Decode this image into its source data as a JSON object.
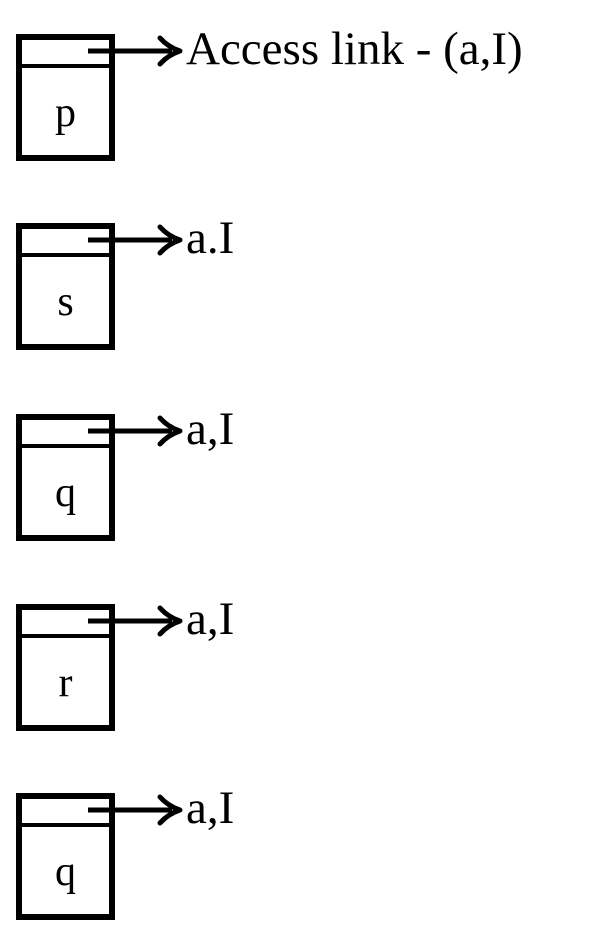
{
  "diagram": {
    "description": "Stack of activation records with access-link pointers",
    "frames": [
      {
        "name": "p",
        "pointer_label": "Access link - (a,I)"
      },
      {
        "name": "s",
        "pointer_label": "a.I"
      },
      {
        "name": "q",
        "pointer_label": "a,I"
      },
      {
        "name": "r",
        "pointer_label": "a,I"
      },
      {
        "name": "q",
        "pointer_label": "a,I"
      }
    ],
    "colors": {
      "ink": "#000000",
      "background": "#ffffff"
    }
  }
}
